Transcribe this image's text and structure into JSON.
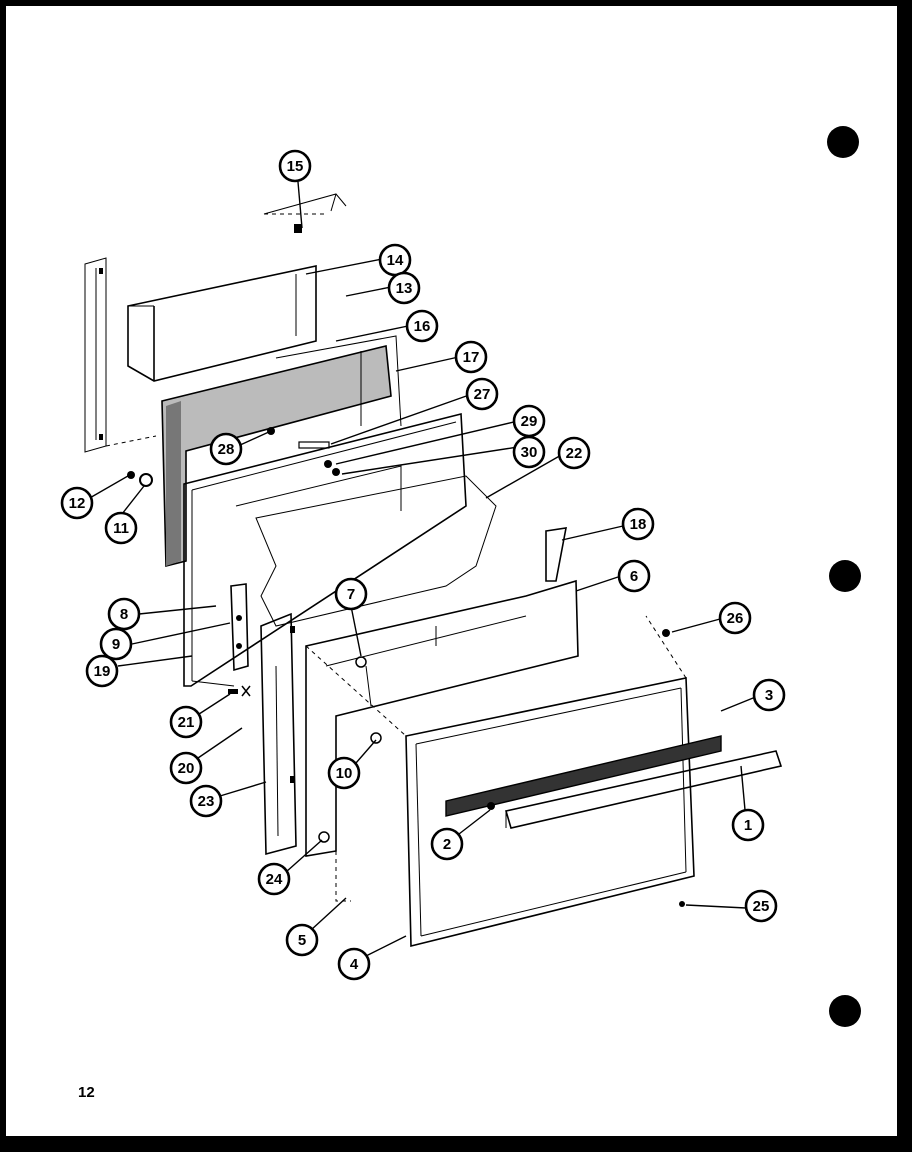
{
  "page": {
    "page_number": "12"
  },
  "callouts": [
    {
      "id": "15",
      "label": "15"
    },
    {
      "id": "14",
      "label": "14"
    },
    {
      "id": "13",
      "label": "13"
    },
    {
      "id": "16",
      "label": "16"
    },
    {
      "id": "17",
      "label": "17"
    },
    {
      "id": "27",
      "label": "27"
    },
    {
      "id": "29",
      "label": "29"
    },
    {
      "id": "30",
      "label": "30"
    },
    {
      "id": "28",
      "label": "28"
    },
    {
      "id": "22",
      "label": "22"
    },
    {
      "id": "12",
      "label": "12"
    },
    {
      "id": "11",
      "label": "11"
    },
    {
      "id": "18",
      "label": "18"
    },
    {
      "id": "6",
      "label": "6"
    },
    {
      "id": "7",
      "label": "7"
    },
    {
      "id": "8",
      "label": "8"
    },
    {
      "id": "9",
      "label": "9"
    },
    {
      "id": "19",
      "label": "19"
    },
    {
      "id": "26",
      "label": "26"
    },
    {
      "id": "3",
      "label": "3"
    },
    {
      "id": "21",
      "label": "21"
    },
    {
      "id": "20",
      "label": "20"
    },
    {
      "id": "10",
      "label": "10"
    },
    {
      "id": "23",
      "label": "23"
    },
    {
      "id": "1",
      "label": "1"
    },
    {
      "id": "2",
      "label": "2"
    },
    {
      "id": "24",
      "label": "24"
    },
    {
      "id": "25",
      "label": "25"
    },
    {
      "id": "5",
      "label": "5"
    },
    {
      "id": "4",
      "label": "4"
    }
  ]
}
